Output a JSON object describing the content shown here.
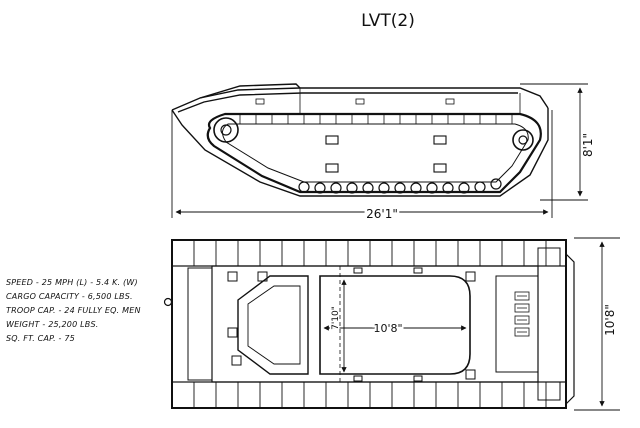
{
  "title": "LVT(2)",
  "dimensions": {
    "length": "26'1\"",
    "height": "8'1\"",
    "width": "10'8\"",
    "cargo_length": "10'8\"",
    "cargo_width": "7'10\""
  },
  "specs": [
    "SPEED - 25 MPH (L) - 5.4 K. (W)",
    "CARGO CAPACITY - 6,500 LBS.",
    "TROOP CAP. - 24 FULLY EQ. MEN",
    "WEIGHT - 25,200 LBS.",
    "SQ. FT. CAP. - 75"
  ]
}
